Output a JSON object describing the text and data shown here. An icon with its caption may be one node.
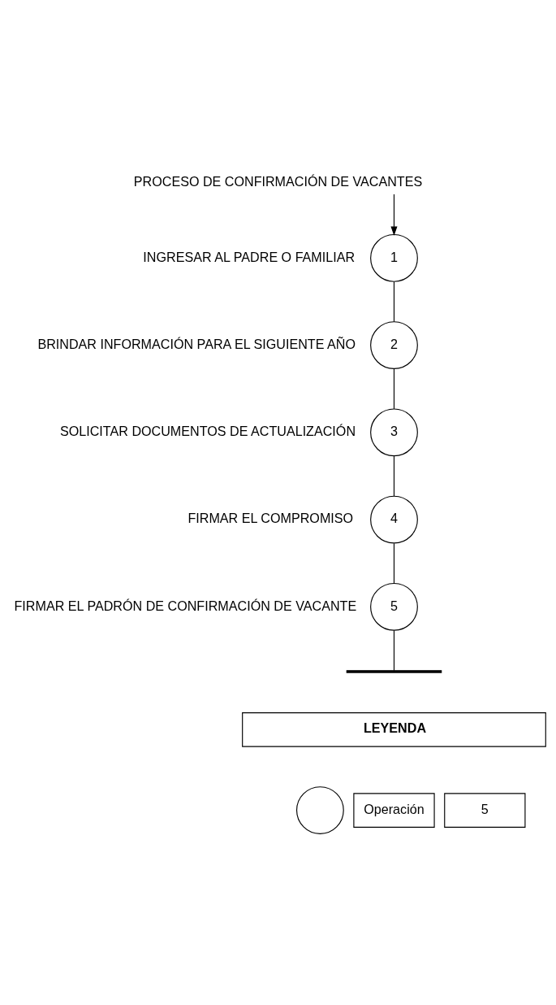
{
  "diagram": {
    "title": "PROCESO DE CONFIRMACIÓN DE VACANTES",
    "nodes": [
      {
        "text": [
          "1"
        ],
        "beside": [
          "INGRESAR AL PADRE O FAMILIAR"
        ]
      },
      {
        "text": [
          "2"
        ],
        "beside": [
          "BRINDAR INFORMACIÓN PARA EL SIGUIENTE AÑO"
        ]
      },
      {
        "text": [
          "3"
        ],
        "beside": [
          "SOLICITAR DOCUMENTOS DE ACTUALIZACIÓN"
        ]
      },
      {
        "text": [
          "4"
        ],
        "beside": [
          "FIRMAR EL COMPROMISO"
        ]
      },
      {
        "text": [
          "5"
        ],
        "beside": [
          "FIRMAR EL PADRÓN DE CONFIRMACIÓN DE VACANTE"
        ]
      },
      {
        "text": [],
        "shape": "bar"
      },
      {
        "text": [],
        "shape": "circle"
      }
    ],
    "edges": [
      {
        "from": null,
        "to": 0,
        "arrow": "to"
      },
      {
        "from": 0,
        "to": 1,
        "arrow": "none"
      },
      {
        "from": 1,
        "to": 2,
        "arrow": "none"
      },
      {
        "from": 2,
        "to": 3,
        "arrow": "none"
      },
      {
        "from": 3,
        "to": 4,
        "arrow": "none"
      },
      {
        "from": 4,
        "to": 5,
        "arrow": "none"
      }
    ],
    "labels": [
      "LEYENDA",
      "Operación",
      "5"
    ]
  }
}
